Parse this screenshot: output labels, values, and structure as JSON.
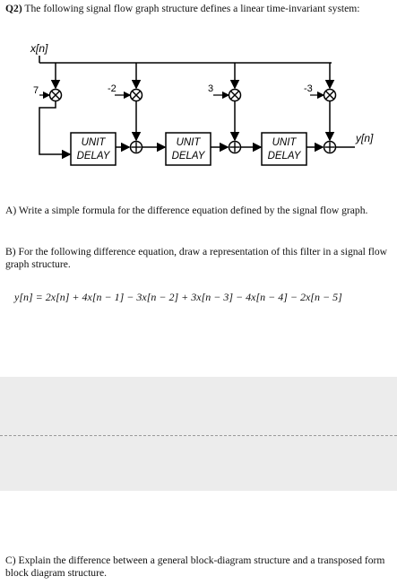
{
  "question": {
    "number": "Q2)",
    "text": "The following signal flow graph structure defines a linear time-invariant system:"
  },
  "diagram": {
    "input_label": "x[n]",
    "output_label": "y[n]",
    "gains": [
      "7",
      "-2",
      "3",
      "-3"
    ],
    "delay_label_line1": "UNIT",
    "delay_label_line2": "DELAY",
    "multiply_symbol": "×",
    "add_symbol": "+"
  },
  "part_a": "A) Write a simple formula for the difference equation defined by the signal flow graph.",
  "part_b": "B) For the following difference equation, draw a representation of this filter in a signal flow graph structure.",
  "equation": "y[n] = 2x[n] + 4x[n − 1] − 3x[n − 2] + 3x[n − 3] − 4x[n − 4] − 2x[n − 5]",
  "part_c": "C) Explain the difference between a general block-diagram structure and a transposed form block diagram structure."
}
